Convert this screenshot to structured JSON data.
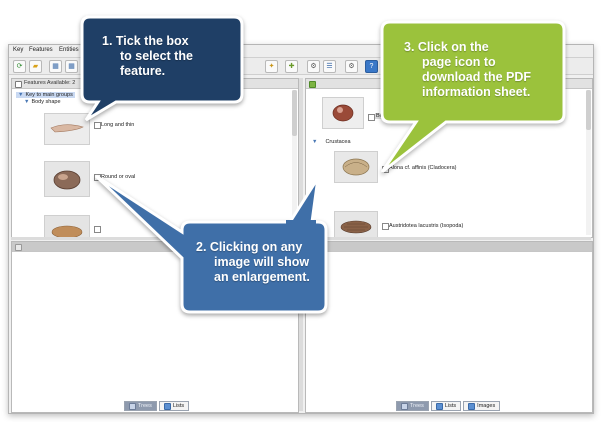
{
  "menu": [
    "Key",
    "Features",
    "Entities"
  ],
  "toolbar_icons": [
    "refresh-icon",
    "open-folder-icon",
    "grid-icon",
    "grid-alt-icon",
    "wand-icon",
    "feature-add-icon",
    "gear-icon",
    "checklist-icon",
    "gear-alt-icon",
    "help-icon"
  ],
  "features_pane": {
    "title": "Features Available: 2",
    "tree": [
      "Key to main groups",
      "Body shape"
    ],
    "options": [
      "Long and thin",
      "Round or oval"
    ]
  },
  "entities_pane": {
    "options": [
      "Bead",
      "Alona cf. affinis (Cladocera)",
      "Austridotea lacustris (Isopoda)"
    ],
    "group": "Crustacea"
  },
  "bottom_left_tabs": [
    "Trees",
    "Lists"
  ],
  "bottom_right_tabs": [
    "Trees",
    "Lists",
    "Images"
  ],
  "callouts": {
    "tick": {
      "lines": [
        "1.  Tick the box",
        "to select the",
        "feature."
      ],
      "color": "#1f3f66"
    },
    "image": {
      "lines": [
        "2.  Clicking on any",
        "image will show",
        "an enlargement."
      ],
      "color": "#3f6fa8"
    },
    "pdf": {
      "lines": [
        "3.  Click on the",
        "page icon to",
        "download the PDF",
        "information sheet."
      ],
      "color": "#9bc23c"
    }
  }
}
